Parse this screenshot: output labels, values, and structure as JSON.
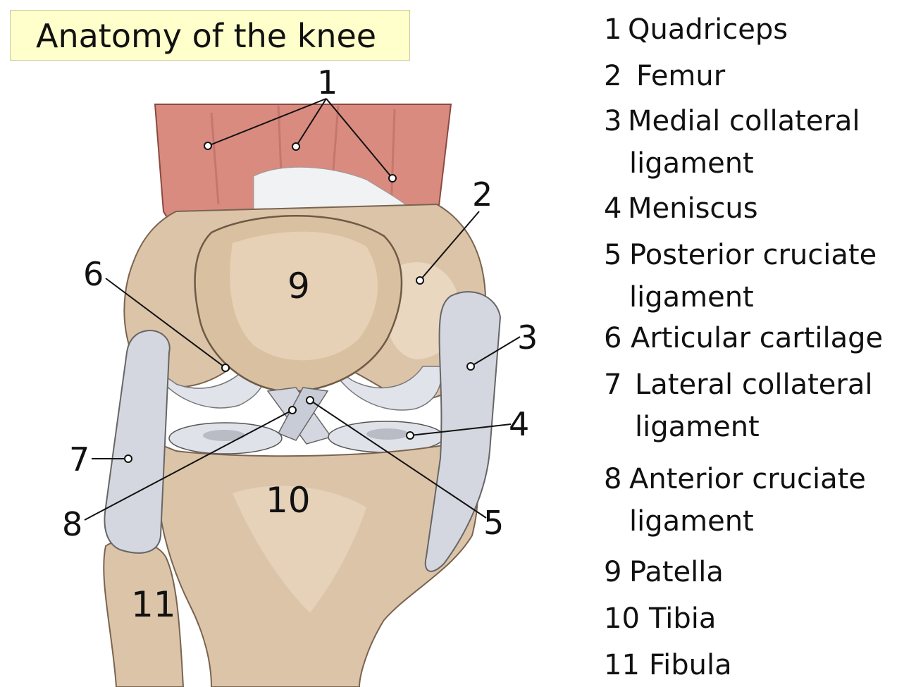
{
  "title": "Anatomy of the knee",
  "callouts": {
    "c1": "1",
    "c2": "2",
    "c3": "3",
    "c4": "4",
    "c5": "5",
    "c6": "6",
    "c7": "7",
    "c8": "8",
    "c9": "9",
    "c10": "10",
    "c11": "11"
  },
  "legend": [
    {
      "num": "1",
      "text": "Quadriceps"
    },
    {
      "num": "2",
      "text": "Femur"
    },
    {
      "num": "3",
      "text": "Medial collateral"
    },
    {
      "num": "",
      "text": "ligament"
    },
    {
      "num": "4",
      "text": "Meniscus"
    },
    {
      "num": "5",
      "text": "Posterior cruciate"
    },
    {
      "num": "",
      "text": "ligament"
    },
    {
      "num": "6",
      "text": "Articular cartilage"
    },
    {
      "num": "7",
      "text": "Lateral collateral"
    },
    {
      "num": "",
      "text": "ligament"
    },
    {
      "num": "8",
      "text": "Anterior cruciate"
    },
    {
      "num": "",
      "text": "ligament"
    },
    {
      "num": "9",
      "text": "Patella"
    },
    {
      "num": "10",
      "text": "Tibia"
    },
    {
      "num": "11",
      "text": "Fibula"
    }
  ],
  "colors": {
    "muscle": "#d98b80",
    "bone": "#dcc4a8",
    "bone_shadow": "#b59c80",
    "ligament": "#d4d7df",
    "cartilage": "#e9ebef",
    "title_bg": "#ffffcc"
  }
}
